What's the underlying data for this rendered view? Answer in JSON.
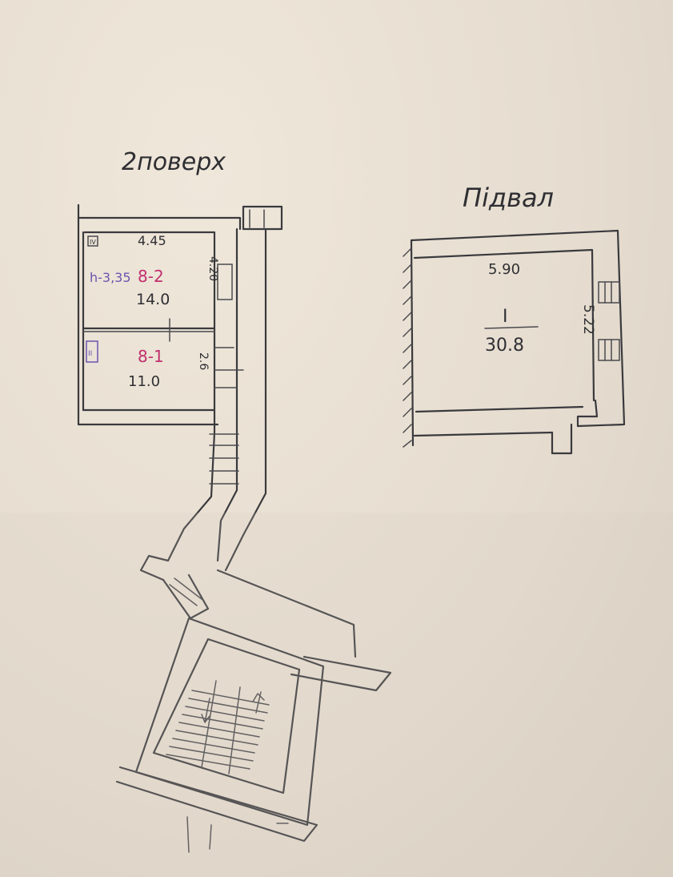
{
  "labels": {
    "floor_title": "2поверх",
    "basement_title": "Підвал"
  },
  "rooms": [
    {
      "id": "8-2",
      "number": "8-2",
      "area": "14.0",
      "width": "4.45",
      "length": "4.20",
      "height_note": "h-3,35",
      "note_box": "IV"
    },
    {
      "id": "8-1",
      "number": "8-1",
      "area": "11.0",
      "length": "2.6",
      "note_box": "II"
    },
    {
      "id": "I",
      "number": "I",
      "area": "30.8",
      "width": "5.90",
      "length": "5.22"
    }
  ],
  "colors": {
    "paper": "#e6ddd0",
    "ink": "#3a3a3e",
    "pink": "#c0306e",
    "violet": "#6a55b0"
  }
}
